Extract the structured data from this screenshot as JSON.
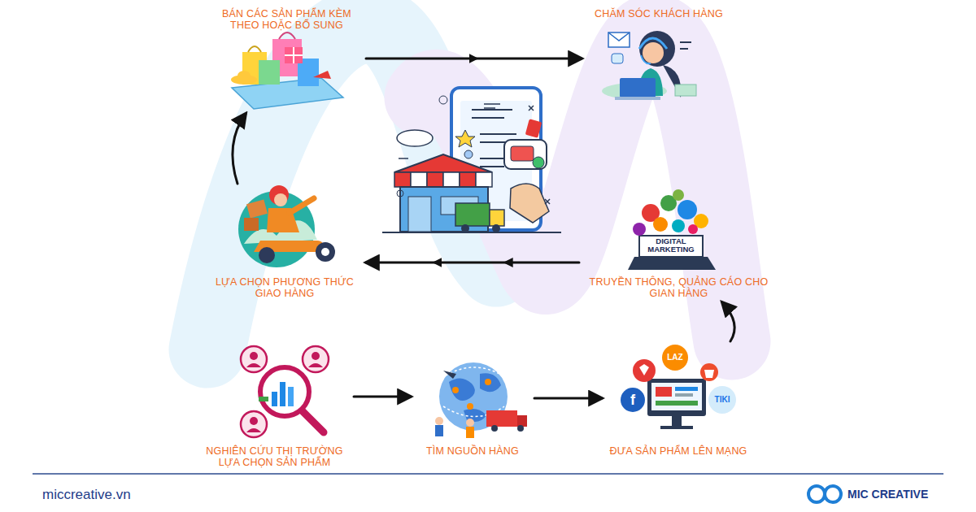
{
  "diagram": {
    "nodes": [
      {
        "text": [
          "BÁN CÁC SẢN PHẨM KÈM THEO HOẶC BỔ SUNG"
        ]
      },
      {
        "text": [
          "CHĂM SÓC KHÁCH HÀNG"
        ]
      },
      {
        "text": [
          "LỰA CHỌN PHƯƠNG THỨC GIAO HÀNG"
        ]
      },
      {
        "text": [
          "TRUYỀN THÔNG, QUẢNG CÁO CHO GIAN HÀNG"
        ]
      },
      {
        "text": [
          "NGHIÊN CỨU THỊ TRƯỜNG LỰA CHỌN SẢN PHẨM"
        ]
      },
      {
        "text": [
          "TÌM NGUỒN HÀNG"
        ]
      },
      {
        "text": [
          "ĐƯA SẢN PHẨM LÊN MẠNG"
        ]
      }
    ],
    "edges": [
      {
        "from": 4,
        "to": 5,
        "arrow": "to"
      },
      {
        "from": 5,
        "to": 6,
        "arrow": "to"
      },
      {
        "from": 6,
        "to": 3,
        "arrow": "to"
      },
      {
        "from": 3,
        "to": 2,
        "arrow": "to"
      },
      {
        "from": 2,
        "to": 0,
        "arrow": "to"
      },
      {
        "from": 0,
        "to": 1,
        "arrow": "to"
      }
    ],
    "labels": [
      "DIGITAL MARKETING",
      "LAZ",
      "TIKI",
      "f",
      "miccreative.vn",
      "MIC CREATIVE"
    ]
  }
}
